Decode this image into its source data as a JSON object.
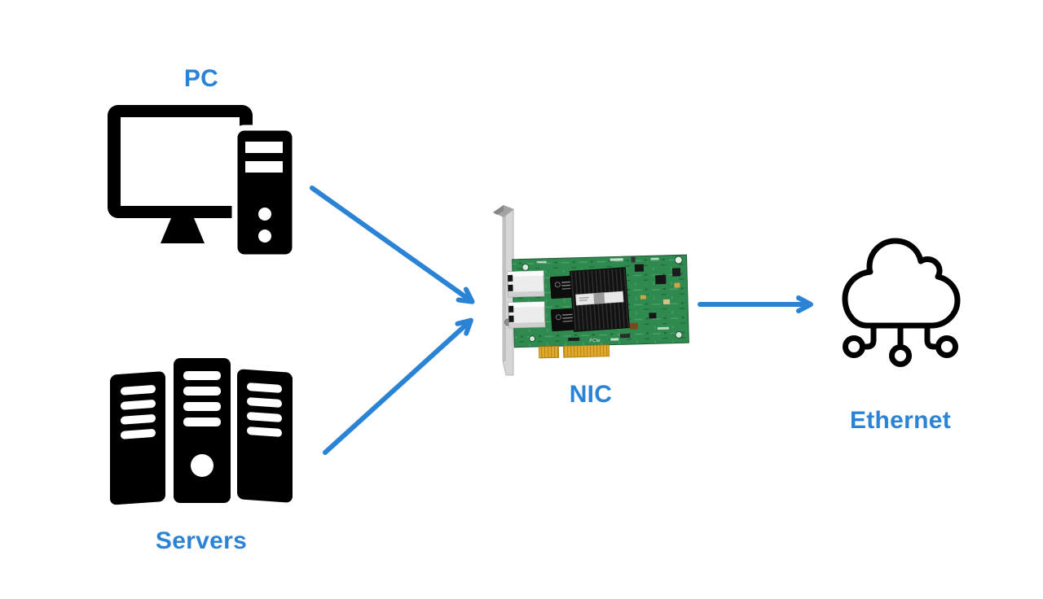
{
  "diagram": {
    "description": "PC and Servers connect through a NIC to Ethernet",
    "nodes": {
      "pc": {
        "label": "PC"
      },
      "servers": {
        "label": "Servers"
      },
      "nic": {
        "label": "NIC"
      },
      "ethernet": {
        "label": "Ethernet"
      }
    },
    "icons": {
      "pc": "desktop-computer-icon",
      "servers": "server-rack-icon",
      "nic": "network-interface-card-photo",
      "ethernet": "cloud-network-icon"
    },
    "arrows": [
      {
        "from": "pc",
        "to": "nic"
      },
      {
        "from": "servers",
        "to": "nic"
      },
      {
        "from": "nic",
        "to": "ethernet"
      }
    ]
  },
  "colors": {
    "accent": "#2b83d6",
    "icon": "#000000",
    "background": "#ffffff",
    "pcb_green": "#2f8a4f",
    "heatsink_black": "#121212",
    "connector_gold": "#e0a92f",
    "bracket_gray": "#d6d6d6"
  }
}
